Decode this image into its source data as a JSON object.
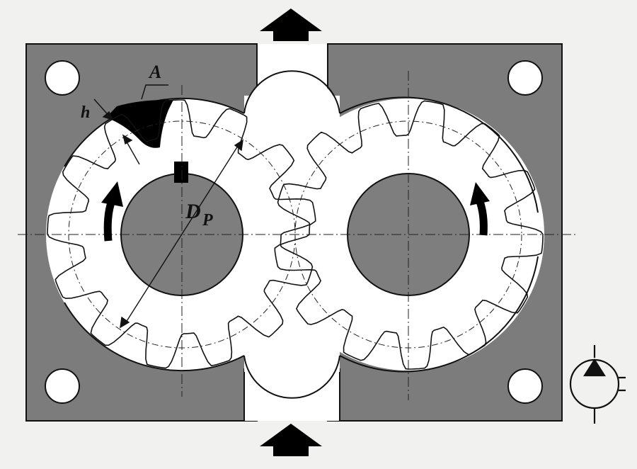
{
  "labels": {
    "area": "A",
    "clearance": "h",
    "pitch_diameter_main": "D",
    "pitch_diameter_sub": "P"
  },
  "gears": {
    "drive_teeth": 13,
    "driven_teeth": 13
  },
  "colors": {
    "background": "#f1f1ef",
    "housing": "#7c7c7c",
    "shaft": "#7e7e7e",
    "white": "#ffffff",
    "ink": "#111111"
  },
  "icons": {
    "symbol": "hydraulic-pump-symbol-icon",
    "outlet": "arrow-up-icon",
    "inlet": "arrow-up-icon",
    "rotation": "curved-arrow-icon"
  }
}
